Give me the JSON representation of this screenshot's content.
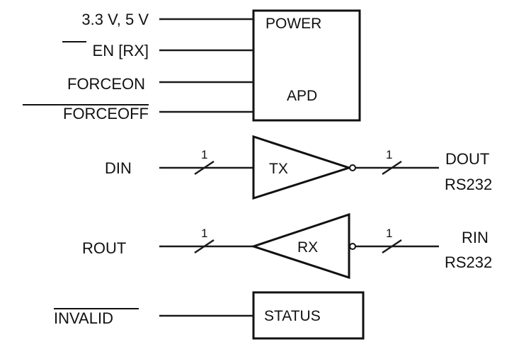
{
  "power_block": {
    "label_top": "POWER",
    "label_bottom": "APD",
    "inputs": {
      "supply": "3.3 V, 5 V",
      "enable": "EN [RX]",
      "force_on": "FORCEON",
      "force_off": "FORCEOFF"
    }
  },
  "tx": {
    "input": "DIN",
    "label": "TX",
    "in_bus": "1",
    "out_bus": "1",
    "output_line1": "DOUT",
    "output_line2": "RS232"
  },
  "rx": {
    "output": "ROUT",
    "label": "RX",
    "out_bus": "1",
    "in_bus": "1",
    "input_line1": "RIN",
    "input_line2": "RS232"
  },
  "status_block": {
    "label": "STATUS",
    "signal": "INVALID"
  }
}
